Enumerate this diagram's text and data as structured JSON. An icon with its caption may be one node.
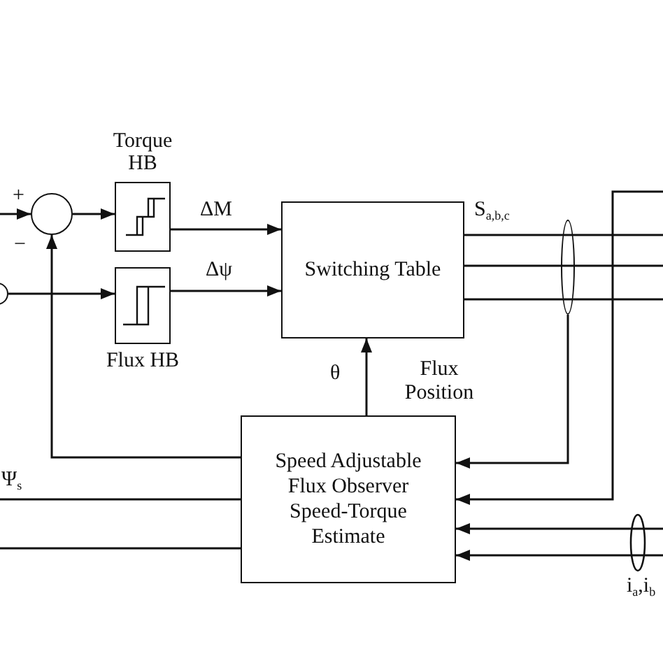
{
  "diagram": {
    "nodes": [
      {
        "text": [],
        "shape": "circle"
      },
      {
        "text": [
          "Torque HB"
        ]
      },
      {
        "text": [
          "Flux HB"
        ]
      },
      {
        "text": [
          "Switching Table"
        ]
      },
      {
        "text": [
          "Speed Adjustable Flux Observer Speed-Torque Estimate"
        ]
      },
      {
        "text": [],
        "shape": "circle"
      },
      {
        "text": [],
        "shape": "ellipse"
      }
    ],
    "edges": [
      {
        "from": null,
        "to": 0,
        "arrow": "to"
      },
      {
        "from": 5,
        "to": 2,
        "arrow": "to"
      },
      {
        "from": 0,
        "to": 1,
        "arrow": "to"
      },
      {
        "from": 1,
        "to": 3,
        "arrow": "to",
        "label": "ΔM"
      },
      {
        "from": 2,
        "to": 3,
        "arrow": "to",
        "label": "Δψ"
      },
      {
        "from": 4,
        "to": 3,
        "arrow": "to"
      },
      {
        "from": 4,
        "to": 0,
        "arrow": "to"
      },
      {
        "from": 3,
        "to": null,
        "arrow": "none"
      },
      {
        "from": 3,
        "to": null,
        "arrow": "none"
      },
      {
        "from": 3,
        "to": null,
        "arrow": "none"
      },
      {
        "from": 6,
        "to": 4,
        "arrow": "to"
      },
      {
        "from": null,
        "to": 4,
        "arrow": "to"
      },
      {
        "from": null,
        "to": 4,
        "arrow": "to"
      },
      {
        "from": null,
        "to": 4,
        "arrow": "to"
      },
      {
        "from": 4,
        "to": null,
        "arrow": "none",
        "label": "Ψ$_{s}$"
      },
      {
        "from": 4,
        "to": null,
        "arrow": "none"
      }
    ],
    "labels": [
      "+",
      "−",
      "θ",
      "Flux Position",
      "S$_{a,b,c}$",
      "i$_{a}$,i$_{b}$"
    ]
  }
}
